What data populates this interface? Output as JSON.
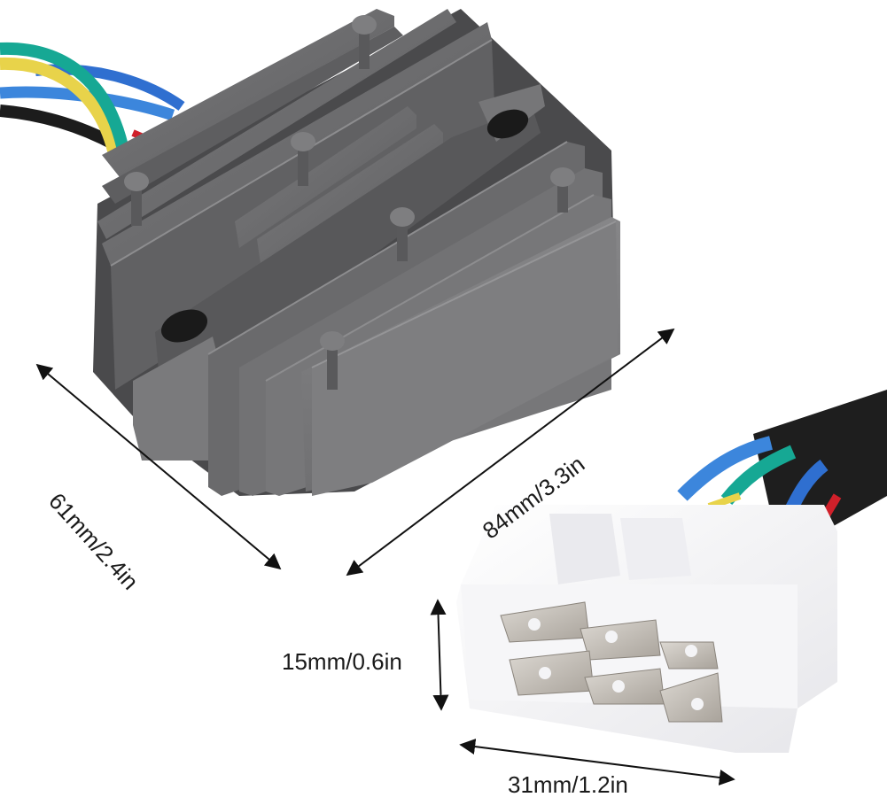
{
  "product": {
    "name": "Voltage regulator rectifier with wire harness connector",
    "body_color": "#6e6e70",
    "body_shadow_color": "#3e3e40",
    "body_highlight_color": "#8c8c8e",
    "connector_color": "#f4f4f6",
    "terminal_color": "#c9c4bd",
    "sleeve_color": "#1e1e1e",
    "wire_colors": {
      "green": "#16a894",
      "yellow": "#e8d34a",
      "blue": "#2f6fd0",
      "light_blue": "#3c86dc",
      "red": "#d0202a",
      "black": "#1c1c1c"
    }
  },
  "dimensions": {
    "width": "61mm/2.4in",
    "length": "84mm/3.3in",
    "connector_height": "15mm/0.6in",
    "connector_width": "31mm/1.2in"
  },
  "annotation": {
    "arrow_color": "#111111",
    "text_color": "#1a1a1a"
  }
}
